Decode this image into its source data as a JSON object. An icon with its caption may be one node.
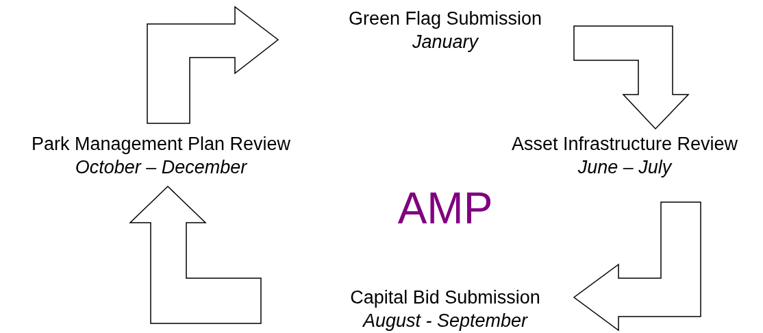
{
  "diagram": {
    "nodes": [
      {
        "text": [
          "Green Flag Submission",
          "January"
        ]
      },
      {
        "text": [
          "Asset Infrastructure Review",
          "June – July"
        ]
      },
      {
        "text": [
          "Capital Bid Submission",
          "August - September"
        ]
      },
      {
        "text": [
          "Park Management Plan Review",
          "October – December"
        ]
      }
    ],
    "edges": [
      {
        "from": 3,
        "to": 0,
        "arrow": "to"
      },
      {
        "from": 0,
        "to": 1,
        "arrow": "to"
      },
      {
        "from": 1,
        "to": 2,
        "arrow": "to"
      },
      {
        "from": 2,
        "to": 3,
        "arrow": "to"
      }
    ],
    "labels": [
      "AMP"
    ]
  }
}
